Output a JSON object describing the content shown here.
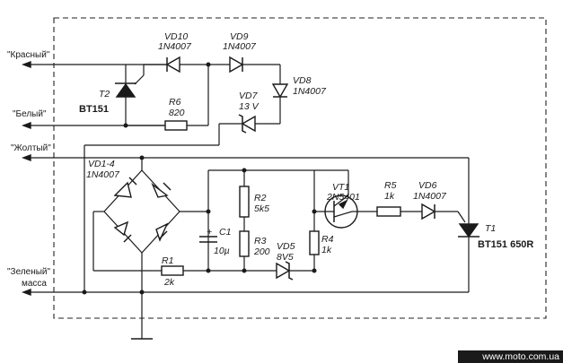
{
  "terminals": {
    "red": "\"Красный\"",
    "white": "\"Белый\"",
    "yellow": "\"Жолтый\"",
    "green": "\"Зеленый\"",
    "ground": "масса"
  },
  "components": {
    "vd10": {
      "ref": "VD10",
      "value": "1N4007"
    },
    "vd9": {
      "ref": "VD9",
      "value": "1N4007"
    },
    "vd8": {
      "ref": "VD8",
      "value": "1N4007"
    },
    "vd7": {
      "ref": "VD7",
      "value": "13 V"
    },
    "t2": {
      "ref": "T2",
      "value": "BT151"
    },
    "r6": {
      "ref": "R6",
      "value": "820"
    },
    "bridge": {
      "ref": "VD1-4",
      "value": "1N4007"
    },
    "c1": {
      "ref": "C1",
      "value": "10µ",
      "polarity": "+"
    },
    "r2": {
      "ref": "R2",
      "value": "5k5"
    },
    "r3": {
      "ref": "R3",
      "value": "200"
    },
    "vd5": {
      "ref": "VD5",
      "value": "8V5"
    },
    "r4": {
      "ref": "R4",
      "value": "1k"
    },
    "vt1": {
      "ref": "VT1",
      "value": "2N5401"
    },
    "r5": {
      "ref": "R5",
      "value": "1k"
    },
    "vd6": {
      "ref": "VD6",
      "value": "1N4007"
    },
    "t1": {
      "ref": "T1",
      "value": "BT151 650R"
    },
    "r1": {
      "ref": "R1",
      "value": "2k"
    }
  },
  "watermark": "www.moto.com.ua"
}
